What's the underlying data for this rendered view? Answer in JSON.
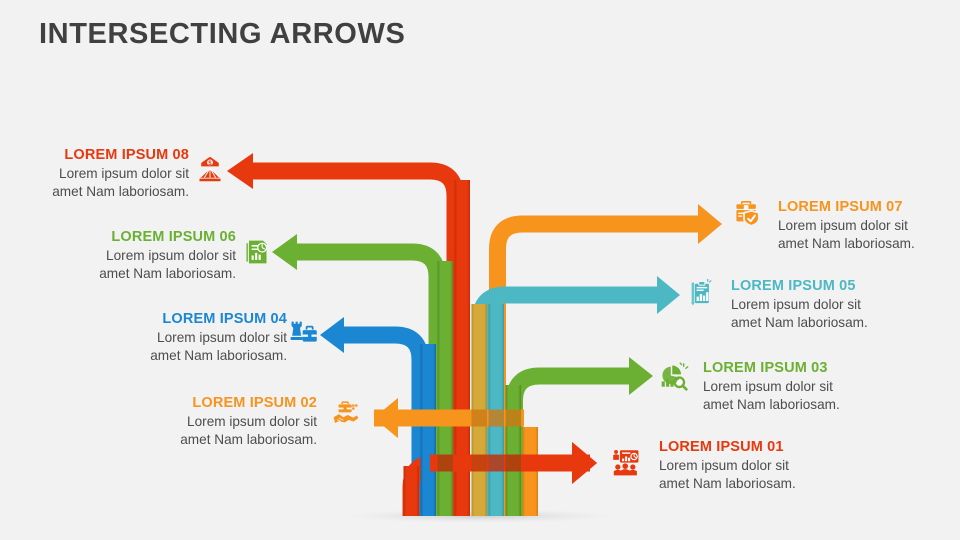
{
  "page": {
    "title": "INTERSECTING ARROWS",
    "background_color": "#f2f2f2",
    "title_color": "#404040"
  },
  "palette": {
    "red": "#e8380d",
    "orange": "#f7941e",
    "green": "#6cb033",
    "teal": "#4cb8c4",
    "blue": "#1b87d2",
    "gold": "#d4a939",
    "body_text": "#4d4d4d"
  },
  "items": [
    {
      "id": "01",
      "title": "LOREM IPSUM 01",
      "body_line1": "Lorem ipsum dolor sit",
      "body_line2": "amet Nam laboriosam.",
      "color": "#e8380d",
      "side": "right",
      "icon": "presentation-people-icon",
      "arrow_direction": "right"
    },
    {
      "id": "02",
      "title": "LOREM IPSUM 02",
      "body_line1": "Lorem ipsum dolor sit",
      "body_line2": "amet Nam laboriosam.",
      "color": "#f7941e",
      "side": "left",
      "icon": "handshake-briefcase-icon",
      "arrow_direction": "left"
    },
    {
      "id": "03",
      "title": "LOREM IPSUM 03",
      "body_line1": "Lorem ipsum dolor sit",
      "body_line2": "amet Nam laboriosam.",
      "color": "#6cb033",
      "side": "right",
      "icon": "pie-chart-magnifier-icon",
      "arrow_direction": "right"
    },
    {
      "id": "04",
      "title": "LOREM IPSUM 04",
      "body_line1": "Lorem ipsum dolor sit",
      "body_line2": "amet Nam laboriosam.",
      "color": "#1b87d2",
      "side": "left",
      "icon": "chess-rook-briefcase-icon",
      "arrow_direction": "left"
    },
    {
      "id": "05",
      "title": "LOREM IPSUM 05",
      "body_line1": "Lorem ipsum dolor sit",
      "body_line2": "amet Nam laboriosam.",
      "color": "#4cb8c4",
      "side": "right",
      "icon": "clipboard-chart-icon",
      "arrow_direction": "right"
    },
    {
      "id": "06",
      "title": "LOREM IPSUM 06",
      "body_line1": "Lorem ipsum dolor sit",
      "body_line2": "amet Nam laboriosam.",
      "color": "#6cb033",
      "side": "left",
      "icon": "report-document-icon",
      "arrow_direction": "left"
    },
    {
      "id": "07",
      "title": "LOREM IPSUM 07",
      "body_line1": "Lorem ipsum dolor sit",
      "body_line2": "amet Nam laboriosam.",
      "color": "#f7941e",
      "side": "right",
      "icon": "toolbox-shield-icon",
      "arrow_direction": "right"
    },
    {
      "id": "08",
      "title": "LOREM IPSUM 08",
      "body_line1": "Lorem ipsum dolor sit",
      "body_line2": "amet Nam laboriosam.",
      "color": "#e8380d",
      "side": "left",
      "icon": "bank-dollar-icon",
      "arrow_direction": "left"
    }
  ]
}
